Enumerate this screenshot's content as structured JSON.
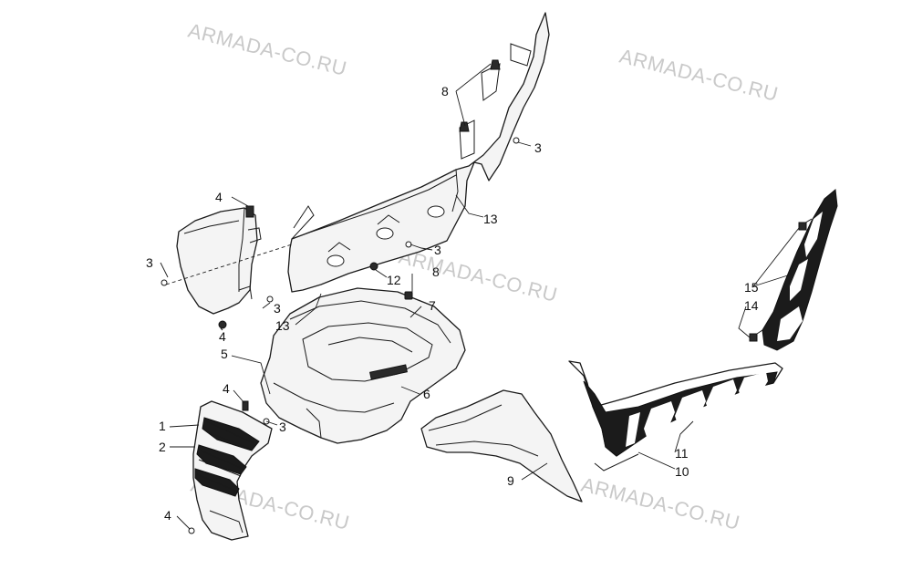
{
  "watermark": "ARMADA-CO.RU",
  "callouts": [
    "1",
    "2",
    "3",
    "4",
    "5",
    "6",
    "7",
    "8",
    "9",
    "10",
    "11",
    "12",
    "13",
    "14",
    "15"
  ],
  "icons": [
    "fastener-icon",
    "nut-icon",
    "screw-icon"
  ]
}
